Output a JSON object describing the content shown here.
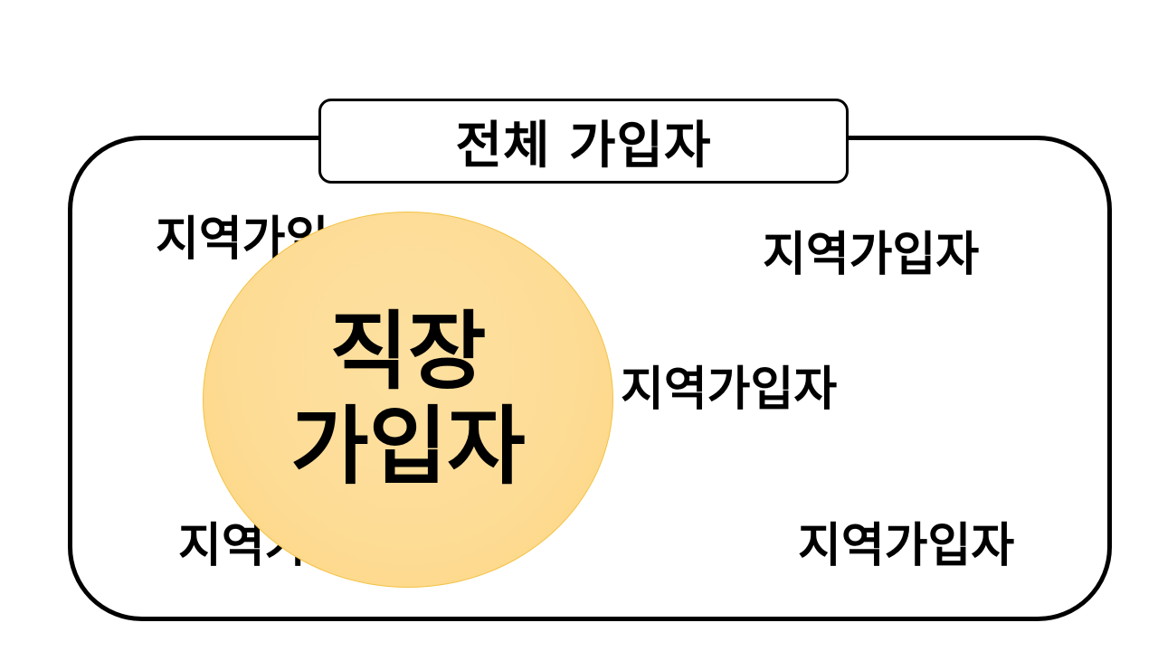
{
  "title": "전체 가입자",
  "circle": {
    "line1": "직장",
    "line2": "가입자",
    "fill_color": "#fddc96",
    "border_color": "#f3c242"
  },
  "regional_labels": {
    "top_left": "지역가입",
    "top_right": "지역가입자",
    "middle": "지역가입자",
    "bottom_left": "지역가",
    "bottom_right": "지역가입자"
  }
}
